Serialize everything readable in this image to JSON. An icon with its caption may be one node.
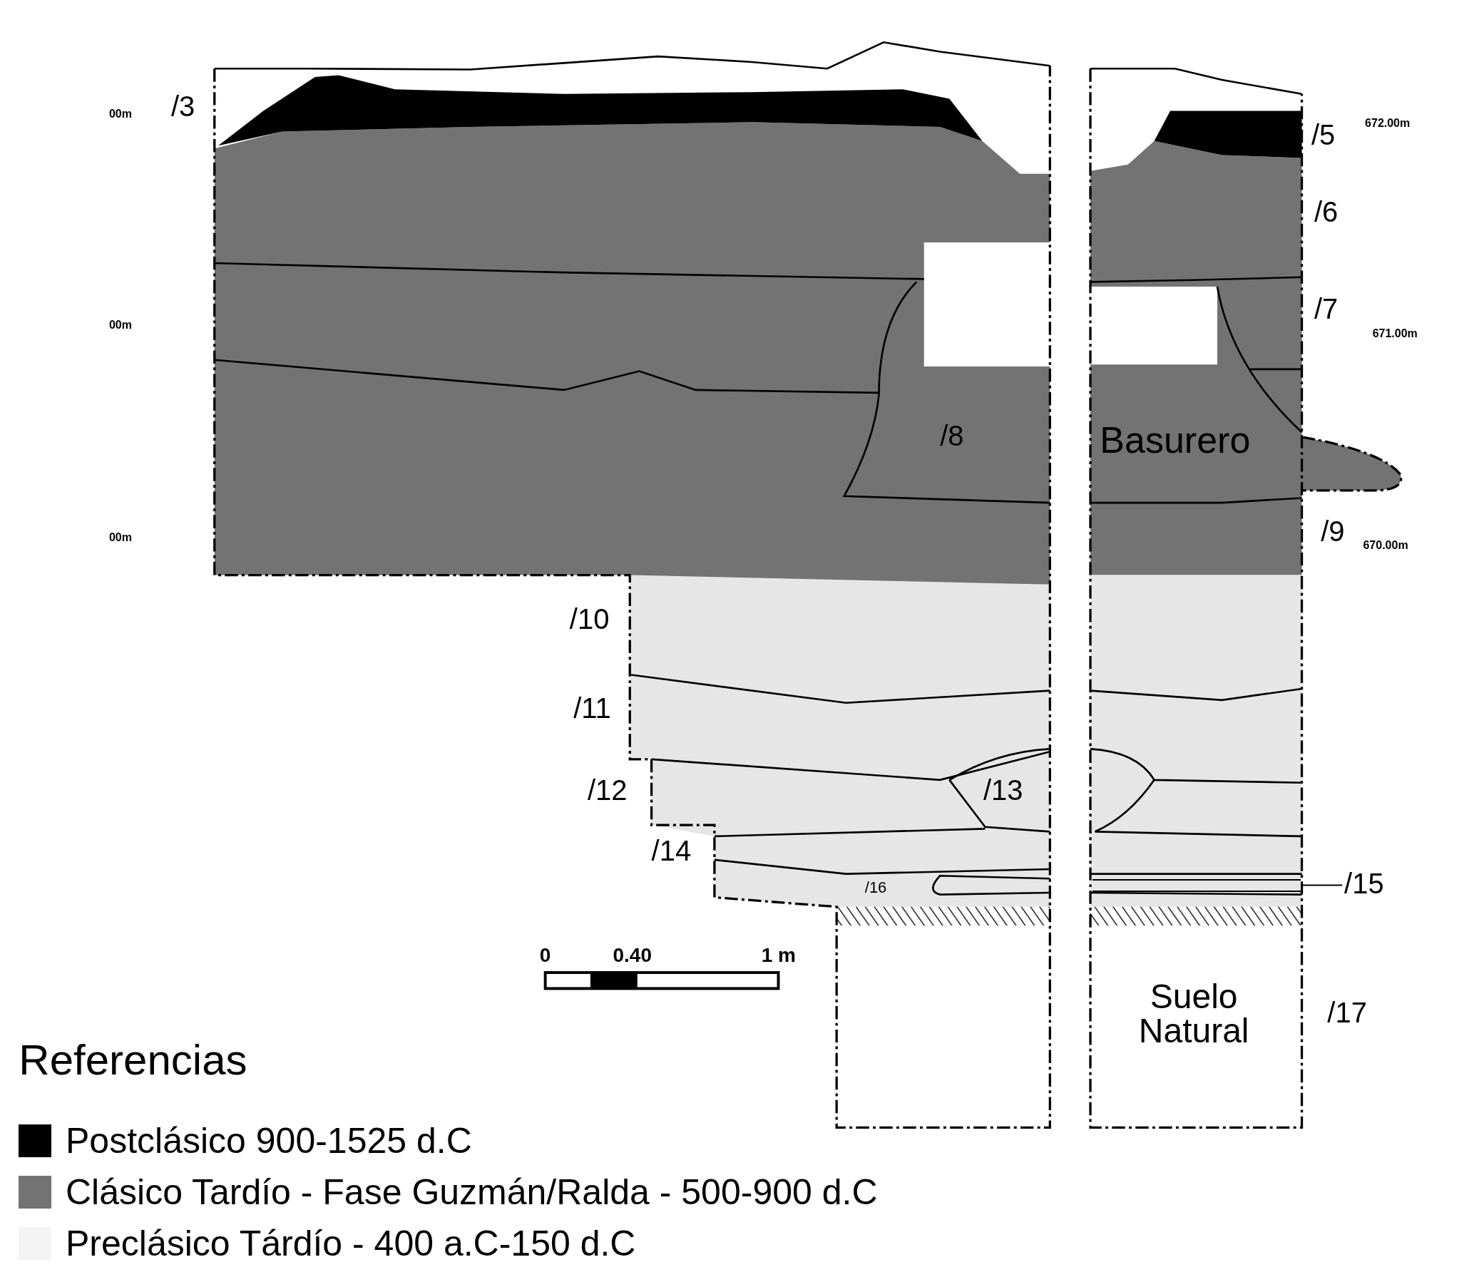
{
  "diagram": {
    "nodes": [
      {
        "text": [
          "/15"
        ]
      },
      {
        "text": [],
        "shape": "bar"
      }
    ],
    "edges": [
      {
        "from": 0,
        "to": 1,
        "arrow": "none"
      }
    ],
    "labels": [
      "00m",
      "/3",
      "672.00m",
      "/5",
      "/6",
      "00m",
      "/7",
      "671.00m",
      "/8",
      "Basurero",
      "/9",
      "00m",
      "670.00m",
      "/10",
      "/11",
      "/12",
      "/13",
      "/14",
      "/16",
      "0",
      "0.40",
      "1 m",
      "Suelo Natural",
      "/17",
      "Referencias"
    ],
    "legend": [
      {
        "text": "Postclásico 900-1525 d.C",
        "color": "#000000"
      },
      {
        "text": "Clásico Tardío - Fase Guzmán/Ralda - 500-900 d.C",
        "color": "#737373"
      },
      {
        "text": "Preclásico Tárdío - 400 a.C-150 d.C",
        "color": "#f4f4f4"
      }
    ]
  }
}
